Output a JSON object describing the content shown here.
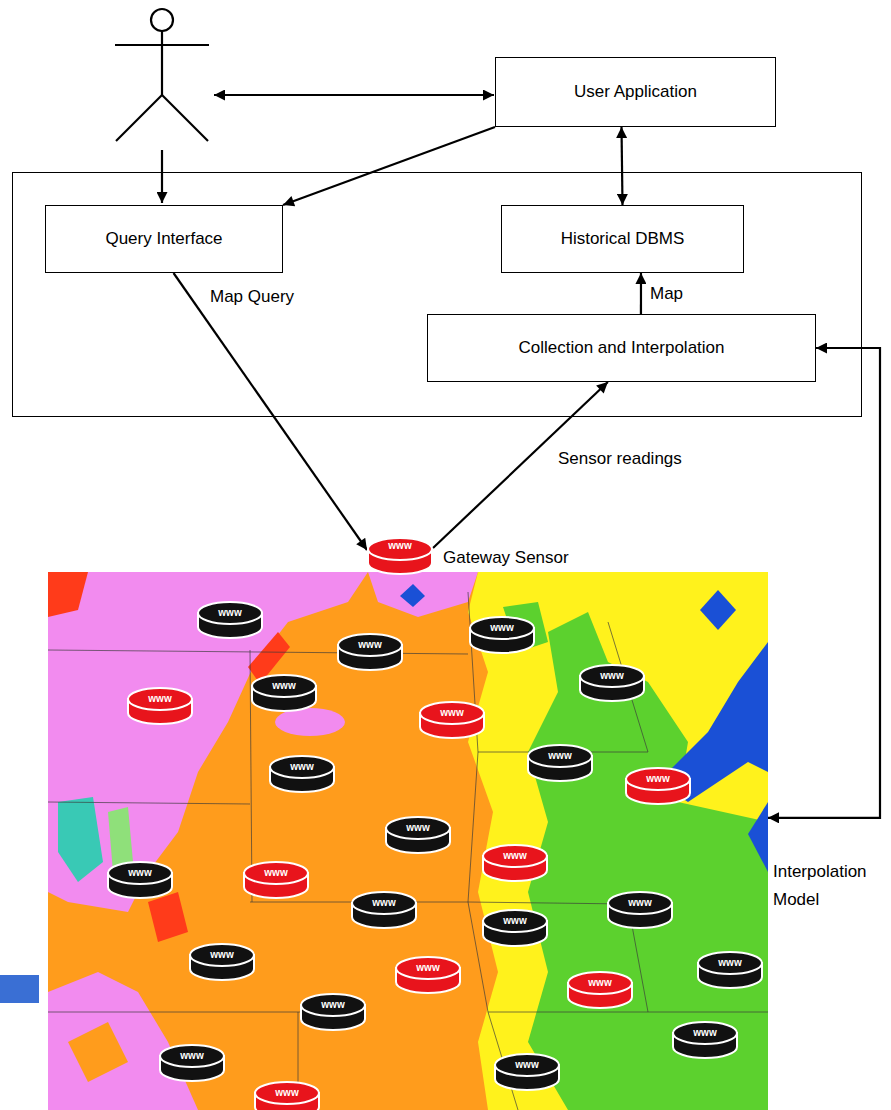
{
  "diagram": {
    "nodes": [
      {
        "text": [
          "User Application"
        ]
      },
      {
        "text": []
      },
      {
        "text": [
          "Query Interface"
        ],
        "in": 1
      },
      {
        "text": [
          "Historical DBMS"
        ],
        "in": 1
      },
      {
        "text": [
          "Collection and Interpolation"
        ],
        "in": 1
      },
      {
        "text": [
          "www",
          "Gateway Sensor"
        ]
      },
      {
        "text": [
          "Interpolation Model"
        ]
      }
    ],
    "edges": [
      {
        "from": 0,
        "to": 2,
        "arrow": "to"
      },
      {
        "from": 0,
        "to": 3,
        "arrow": "both"
      },
      {
        "from": 2,
        "to": 5,
        "label": "Map Query",
        "arrow": "to"
      },
      {
        "from": 5,
        "to": 4,
        "label": "Sensor readings",
        "arrow": "to"
      },
      {
        "from": 4,
        "to": 3,
        "label": "Map",
        "arrow": "to"
      },
      {
        "from": 4,
        "to": 6,
        "arrow": "both"
      }
    ],
    "labels": [
      "www",
      "www",
      "www",
      "www",
      "www",
      "www",
      "www",
      "www",
      "www",
      "www",
      "www",
      "www",
      "www",
      "www",
      "www",
      "www",
      "www",
      "www",
      "www",
      "www",
      "www",
      "www",
      "www",
      "www",
      "www",
      "www"
    ]
  }
}
